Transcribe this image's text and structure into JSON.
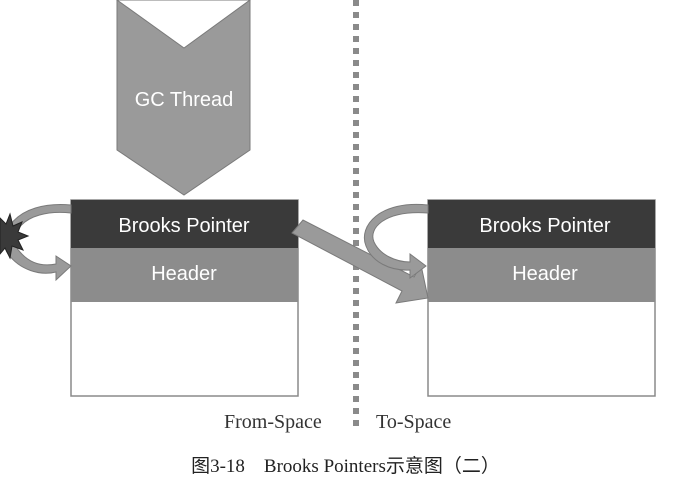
{
  "diagram": {
    "gc_thread_label": "GC Thread",
    "from_object": {
      "pointer_label": "Brooks Pointer",
      "header_label": "Header"
    },
    "to_object": {
      "pointer_label": "Brooks Pointer",
      "header_label": "Header"
    },
    "from_space_label": "From-Space",
    "to_space_label": "To-Space",
    "caption": "图3-18　Brooks Pointers示意图（二）",
    "colors": {
      "pointer_bar": "#3a3a3a",
      "header_bar": "#8c8c8c",
      "arrow_fill": "#9a9a9a",
      "arrow_stroke": "#7a7a7a",
      "box_border": "#8a8a8a",
      "divider": "#8a8a8a"
    }
  }
}
